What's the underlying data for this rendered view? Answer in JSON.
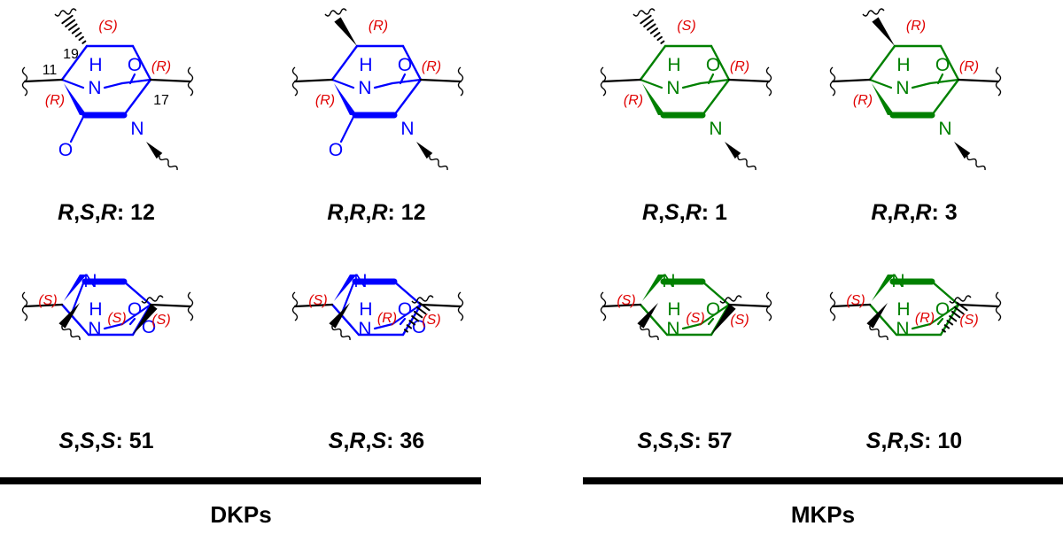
{
  "colors": {
    "dkp": "#0000ff",
    "mkp": "#008000",
    "stereo": "#e00000",
    "black": "#000000"
  },
  "atom_labels": {
    "nitrogen": "N",
    "oxygen": "O",
    "hydrogen": "H"
  },
  "atom_numbers": [
    "19",
    "11",
    "17"
  ],
  "groups": [
    {
      "name": "DKPs",
      "color": "#0000ff",
      "structures": [
        {
          "config": [
            "R",
            "S",
            "R"
          ],
          "count": "12",
          "descriptors": [
            "S",
            "R",
            "R"
          ]
        },
        {
          "config": [
            "R",
            "R",
            "R"
          ],
          "count": "12",
          "descriptors": [
            "R",
            "R",
            "R"
          ]
        },
        {
          "config": [
            "S",
            "S",
            "S"
          ],
          "count": "51",
          "descriptors": [
            "S",
            "S",
            "S"
          ]
        },
        {
          "config": [
            "S",
            "R",
            "S"
          ],
          "count": "36",
          "descriptors": [
            "R",
            "S",
            "S"
          ]
        }
      ]
    },
    {
      "name": "MKPs",
      "color": "#008000",
      "structures": [
        {
          "config": [
            "R",
            "S",
            "R"
          ],
          "count": "1",
          "descriptors": [
            "S",
            "R",
            "R"
          ]
        },
        {
          "config": [
            "R",
            "R",
            "R"
          ],
          "count": "3",
          "descriptors": [
            "R",
            "R",
            "R"
          ]
        },
        {
          "config": [
            "S",
            "S",
            "S"
          ],
          "count": "57",
          "descriptors": [
            "S",
            "S",
            "S"
          ]
        },
        {
          "config": [
            "S",
            "R",
            "S"
          ],
          "count": "10",
          "descriptors": [
            "R",
            "S",
            "S"
          ]
        }
      ]
    }
  ]
}
